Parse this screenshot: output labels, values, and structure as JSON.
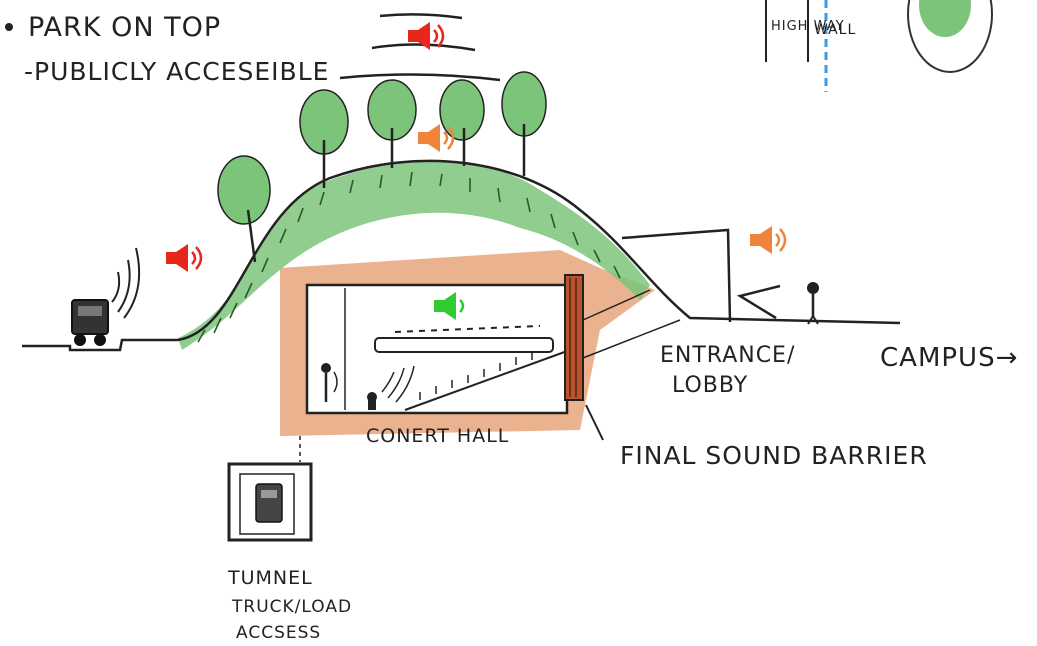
{
  "notes": {
    "line1": "PARK ON TOP",
    "line2": "-PUBLICLY ACCESEIBLE"
  },
  "inset": {
    "highway": "HIGH WAY",
    "wall": "WALL"
  },
  "labels": {
    "entrance": "ENTRANCE/",
    "lobby": "LOBBY",
    "campus": "CAMPUS→",
    "concert_hall": "CONERT HALL",
    "final_barrier": "FINAL SOUND BARRIER",
    "tunnel_line1": "TUMNEL",
    "tunnel_line2": "TRUCK/LOAD",
    "tunnel_line3": "ACCSESS"
  },
  "colors": {
    "loud": "#e8261c",
    "medium": "#f0843a",
    "quiet": "#2ecc2e",
    "grass": "#7cc47a",
    "earth": "#e7a57d",
    "barrier": "#b8542d",
    "wall_blue": "#3a9be0"
  },
  "sound_levels": [
    {
      "id": "top",
      "level": "loud"
    },
    {
      "id": "park",
      "level": "medium"
    },
    {
      "id": "highway-side",
      "level": "loud"
    },
    {
      "id": "campus-side",
      "level": "medium"
    },
    {
      "id": "hall",
      "level": "quiet"
    }
  ]
}
